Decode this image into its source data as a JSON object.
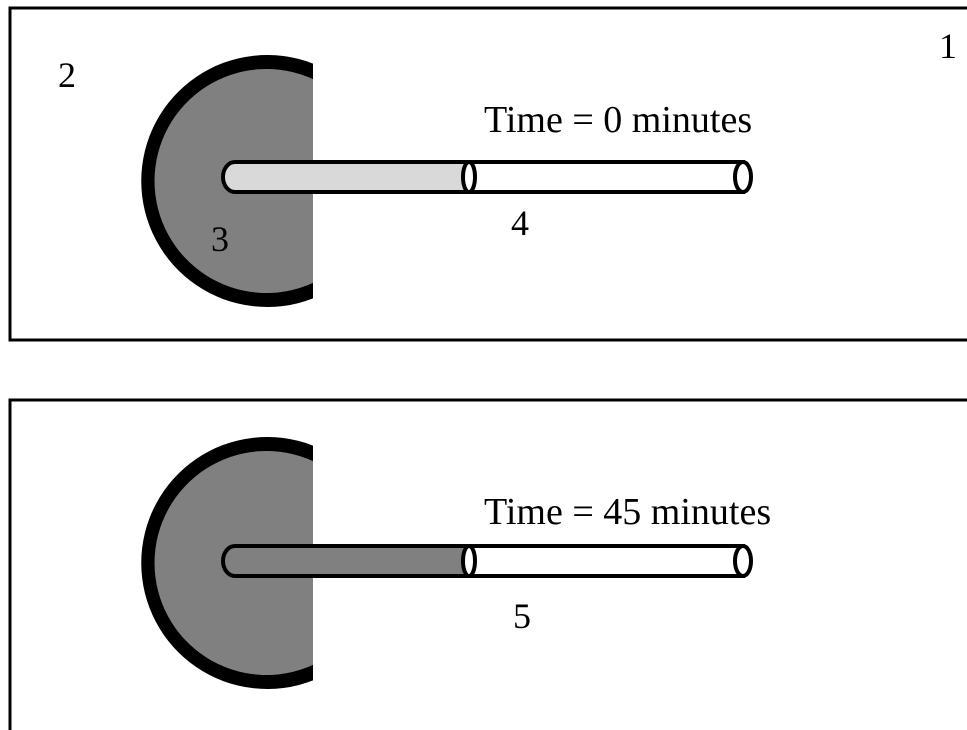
{
  "panels": [
    {
      "time_label": "Time = 0 minutes",
      "labels": [
        "1",
        "2",
        "3",
        "4"
      ]
    },
    {
      "time_label": "Time = 45 minutes",
      "labels": [
        "5"
      ]
    }
  ],
  "colors": {
    "frame": "#000000",
    "cell": "#808080",
    "rim": "#000000",
    "tube_start": "#d9d9d9",
    "tube_after": "#808080",
    "tube_empty": "#ffffff"
  }
}
